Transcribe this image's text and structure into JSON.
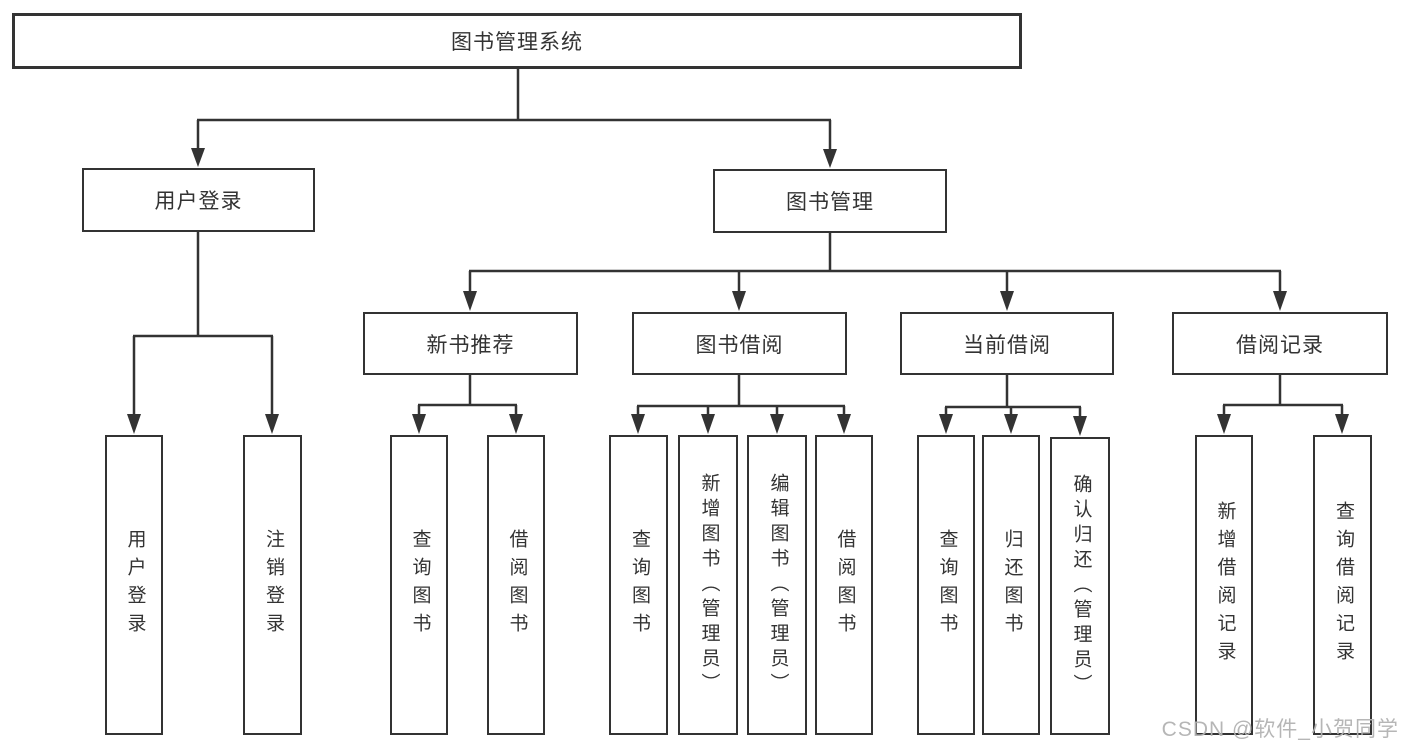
{
  "tree": {
    "root": {
      "label": "图书管理系统"
    },
    "branches": [
      {
        "label": "用户登录",
        "leaves": [
          "用户登录",
          "注销登录"
        ]
      },
      {
        "label": "图书管理",
        "sections": [
          {
            "label": "新书推荐",
            "leaves": [
              "查询图书",
              "借阅图书"
            ]
          },
          {
            "label": "图书借阅",
            "leaves": [
              "查询图书",
              "新增图书（管理员）",
              "编辑图书（管理员）",
              "借阅图书"
            ]
          },
          {
            "label": "当前借阅",
            "leaves": [
              "查询图书",
              "归还图书",
              "确认归还（管理员）"
            ]
          },
          {
            "label": "借阅记录",
            "leaves": [
              "新增借阅记录",
              "查询借阅记录"
            ]
          }
        ]
      }
    ]
  },
  "watermark": "CSDN @软件_小贺同学",
  "colors": {
    "line": "#333333",
    "box_border": "#333333",
    "text": "#333333",
    "background": "#ffffff",
    "watermark": "#b2b2b2"
  }
}
